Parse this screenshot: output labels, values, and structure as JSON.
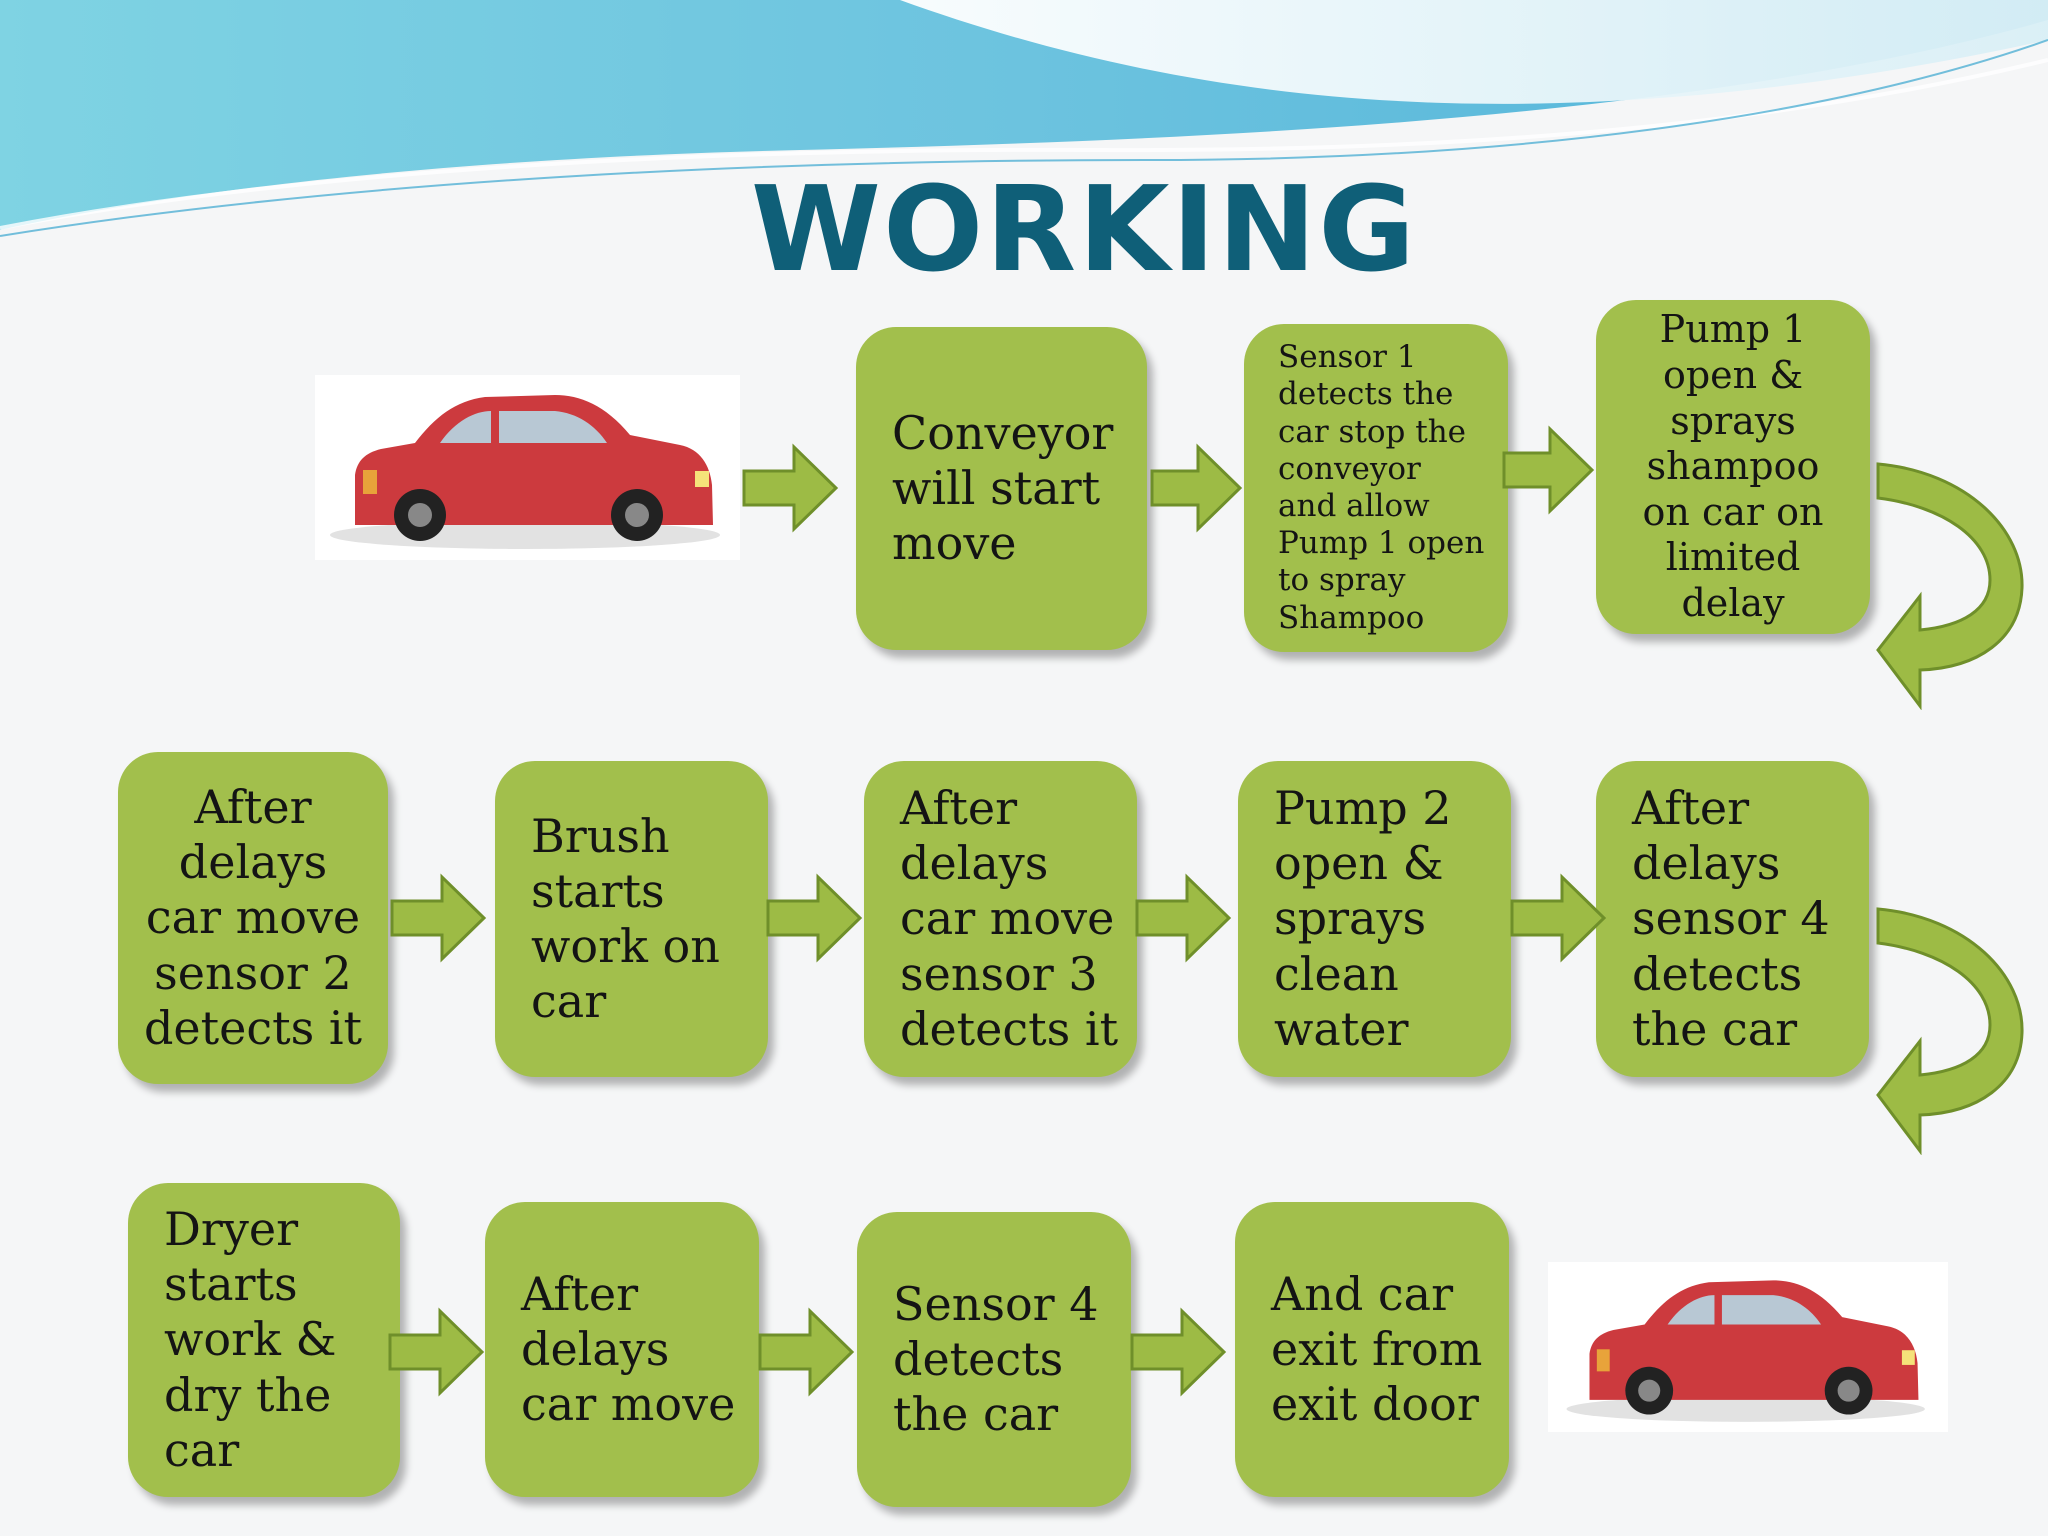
{
  "title": "WORKING",
  "colors": {
    "box": "#a2bf4c",
    "arrow_fill": "#9dbb45",
    "arrow_stroke": "#6f8f2a",
    "title": "#0f5f78",
    "car": "#cc3a3e"
  },
  "icons": {
    "car_start": "car-icon",
    "car_end": "car-icon"
  },
  "steps": [
    {
      "lines": [
        "Conveyor",
        "will start",
        "move"
      ]
    },
    {
      "lines": [
        "Sensor 1",
        "detects the",
        "car  stop the",
        "conveyor",
        "and allow",
        "Pump 1 open",
        "to spray",
        "Shampoo"
      ]
    },
    {
      "lines": [
        "Pump 1",
        "open &",
        "sprays",
        "shampoo",
        "on car on",
        "limited",
        "delay"
      ]
    },
    {
      "lines": [
        "After",
        "delays",
        "car move",
        "sensor 2",
        "detects it"
      ]
    },
    {
      "lines": [
        "Brush",
        "starts",
        "work on",
        "car"
      ]
    },
    {
      "lines": [
        "After",
        "delays",
        "car move",
        "sensor 3",
        "detects it"
      ]
    },
    {
      "lines": [
        "Pump 2",
        "open &",
        "sprays",
        "clean",
        "water"
      ]
    },
    {
      "lines": [
        "After",
        "delays",
        "sensor 4",
        "detects",
        "the car"
      ]
    },
    {
      "lines": [
        "Dryer",
        "starts",
        "work &",
        "dry the",
        "car"
      ]
    },
    {
      "lines": [
        "After",
        "delays",
        "car move"
      ]
    },
    {
      "lines": [
        "Sensor 4",
        "detects",
        "the car"
      ]
    },
    {
      "lines": [
        "And car",
        "exit from",
        "exit door"
      ]
    }
  ]
}
